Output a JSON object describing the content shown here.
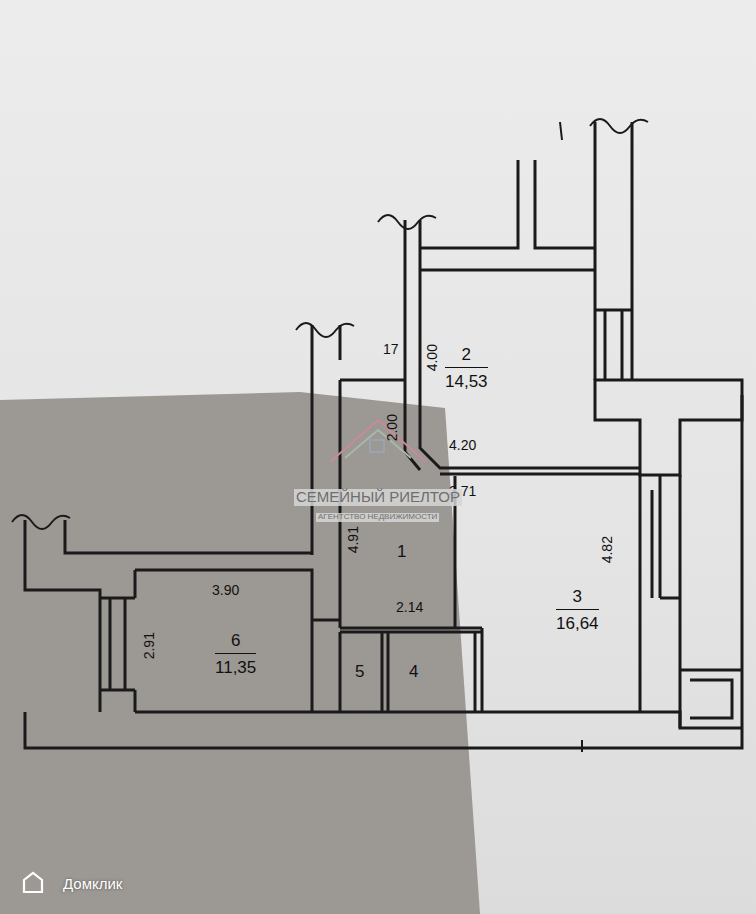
{
  "diagram": {
    "nodes": [
      {
        "text": [
          "2",
          "14,53"
        ]
      },
      {
        "text": [
          "1"
        ]
      },
      {
        "text": [
          "3",
          "16,64"
        ]
      },
      {
        "text": [
          "6",
          "11,35"
        ]
      },
      {
        "text": [
          "5"
        ]
      },
      {
        "text": [
          "4"
        ]
      }
    ],
    "labels": [
      "17",
      "4.00",
      "2.00",
      "4.20",
      "3.71",
      "4.91",
      "4.82",
      "3.90",
      "2.91",
      "2.14",
      "СЕМЕЙНЫЙ РИЕЛТОР",
      "АГЕНТСТВО НЕДВИЖИМОСТИ",
      "Домклик"
    ]
  }
}
